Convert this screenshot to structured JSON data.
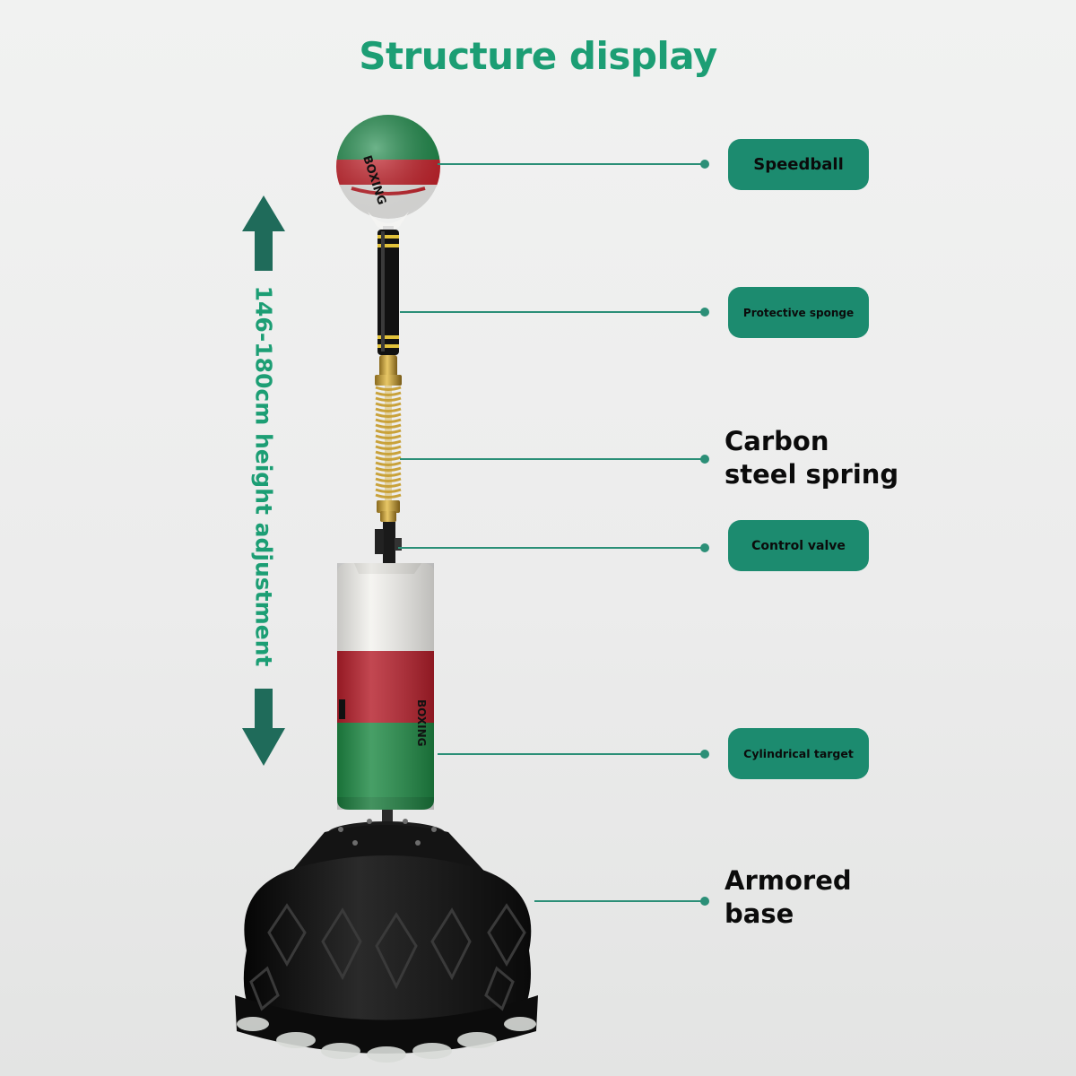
{
  "colors": {
    "accent": "#1c9e74",
    "pill": "#1c8b6f",
    "arrow": "#1f6b5a",
    "leader": "#2b8f77"
  },
  "title": "Structure display",
  "height_label": "146-180cm height adjustment",
  "ball_text": "BOXING",
  "target_text": "BOXING",
  "callouts": [
    {
      "id": "speedball",
      "text": "Speedball",
      "style": "pill"
    },
    {
      "id": "protective-sponge",
      "text": "Protective sponge",
      "style": "pill"
    },
    {
      "id": "carbon-steel-spring",
      "text": "Carbon\nsteel spring",
      "style": "plain"
    },
    {
      "id": "control-valve",
      "text": "Control valve",
      "style": "pill"
    },
    {
      "id": "cylindrical-target",
      "text": "Cylindrical target",
      "style": "pill"
    },
    {
      "id": "armored-base",
      "text": "Armored\nbase",
      "style": "plain"
    }
  ]
}
